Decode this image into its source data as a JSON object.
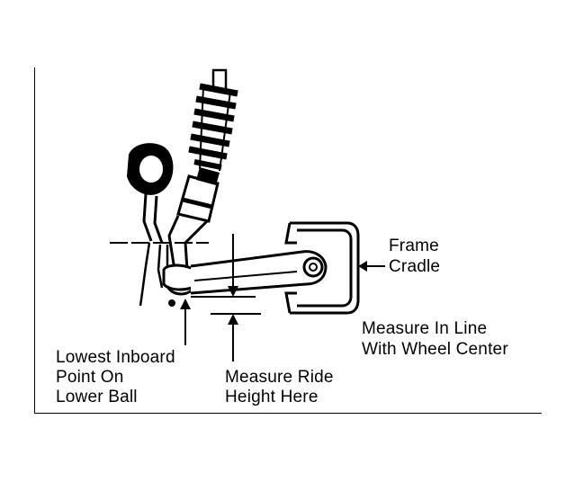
{
  "labels": {
    "frame_cradle": [
      "Frame",
      "Cradle"
    ],
    "measure_in_line": [
      "Measure In Line",
      "With Wheel Center"
    ],
    "lowest_inboard": [
      "Lowest Inboard",
      "Point On",
      "Lower Ball"
    ],
    "measure_ride_height": [
      "Measure Ride",
      "Height Here"
    ]
  },
  "colors": {
    "ink": "#000000",
    "background": "#ffffff"
  }
}
